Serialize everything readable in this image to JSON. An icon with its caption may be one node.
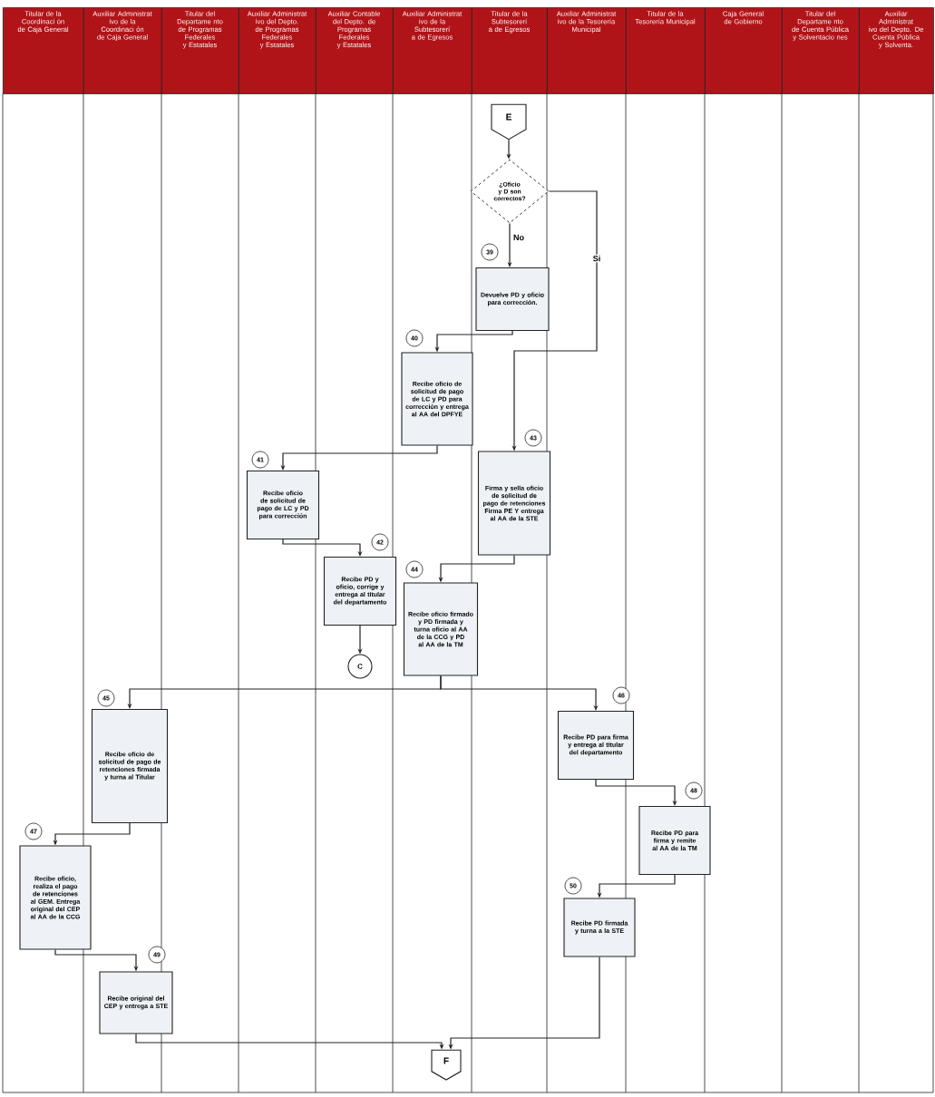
{
  "diagram": {
    "nodes": [
      {
        "text": [
          "Titular de la Coordinaci ón de Caja General"
        ]
      },
      {
        "text": [
          "Auxiliar Administrat ivo de la Coordinaci ón de Caja General"
        ]
      },
      {
        "text": [
          "Titular del Departame nto de Programas Federales y Estatales"
        ]
      },
      {
        "text": [
          "Auxiliar Administrat ivo del Depto. de Programas Federales y Estatales"
        ]
      },
      {
        "text": [
          "Auxiliar Contable del Depto. de Programas Federales y Estatales"
        ]
      },
      {
        "text": [
          "Auxiliar Administrat ivo de la Subtesorerí a de Egresos"
        ]
      },
      {
        "text": [
          "Titular de la Subtesorerí a de Egresos"
        ]
      },
      {
        "text": [
          "Auxiliar Administrat ivo de la Tesorería Municipal"
        ]
      },
      {
        "text": [
          "Titular de la Tesorería Municipal"
        ]
      },
      {
        "text": [
          "Caja General de Gobierno"
        ]
      },
      {
        "text": [
          "Titular del Departame nto de Cuenta Pública y Solventacio nes"
        ]
      },
      {
        "text": [
          "Auxiliar Administrat ivo del Depto. De Cuenta Pública y Solventa."
        ]
      },
      {
        "text": [
          "E"
        ]
      },
      {
        "text": [
          "¿Oficio y D son correctos?"
        ]
      },
      {
        "text": [
          "Devuelve PD y oficio para corrección."
        ],
        "beside": [
          "39"
        ]
      },
      {
        "text": [
          "Recibe oficio de solicitud de pago de LC y PD para corrección y entrega al AA del DPFYE"
        ],
        "beside": [
          "40"
        ]
      },
      {
        "text": [
          "Recibe oficio de solicitud de pago de LC y PD para corrección"
        ],
        "beside": [
          "41"
        ]
      },
      {
        "text": [
          "Recibe PD y oficio, corrige y entrega al titular del departamento"
        ],
        "beside": [
          "42"
        ]
      },
      {
        "text": [
          "C"
        ]
      },
      {
        "text": [
          "Firma y sella oficio de solicitud de pago de retenciones Firma PE Y entrega al AA de la STE"
        ],
        "beside": [
          "43"
        ]
      },
      {
        "text": [
          "Recibe oficio firmado y PD firmada y turna oficio al AA de la CCG y PD al AA de la TM"
        ],
        "beside": [
          "44"
        ]
      },
      {
        "text": [
          "Recibe oficio de solicitud de pago de retenciones firmada y turna al Titular"
        ],
        "beside": [
          "45"
        ]
      },
      {
        "text": [
          "Recibe PD para firma y entrega al titular del departamento"
        ],
        "beside": [
          "46"
        ]
      },
      {
        "text": [
          "Recibe PD para firma y remite al AA de la TM"
        ],
        "beside": [
          "48"
        ]
      },
      {
        "text": [
          "Recibe oficio, realiza el pago de retenciones al GEM. Entrega original del CEP al AA de la CCG"
        ],
        "beside": [
          "47"
        ]
      },
      {
        "text": [
          "Recibe PD firmada y turna a la STE"
        ],
        "beside": [
          "50"
        ]
      },
      {
        "text": [
          "Recibe original del CEP y entrega a STE"
        ],
        "beside": [
          "49"
        ]
      },
      {
        "text": [
          "F"
        ]
      }
    ],
    "edges": [
      {
        "from": 12,
        "to": 13,
        "arrow": "to"
      },
      {
        "from": 13,
        "to": 14,
        "arrow": "to",
        "label": "No"
      },
      {
        "from": 13,
        "to": 19,
        "arrow": "to",
        "label": "Si"
      },
      {
        "from": 14,
        "to": 15,
        "arrow": "to"
      },
      {
        "from": 15,
        "to": 16,
        "arrow": "to"
      },
      {
        "from": 16,
        "to": 17,
        "arrow": "to"
      },
      {
        "from": 17,
        "to": 18,
        "arrow": "to"
      },
      {
        "from": 19,
        "to": 20,
        "arrow": "to"
      },
      {
        "from": 20,
        "to": 21,
        "arrow": "to"
      },
      {
        "from": 20,
        "to": 22,
        "arrow": "to"
      },
      {
        "from": 21,
        "to": 24,
        "arrow": "to"
      },
      {
        "from": 22,
        "to": 23,
        "arrow": "to"
      },
      {
        "from": 23,
        "to": 25,
        "arrow": "to"
      },
      {
        "from": 24,
        "to": 26,
        "arrow": "to"
      },
      {
        "from": 26,
        "to": 27,
        "arrow": "to"
      },
      {
        "from": 25,
        "to": 27,
        "arrow": "to"
      }
    ]
  }
}
